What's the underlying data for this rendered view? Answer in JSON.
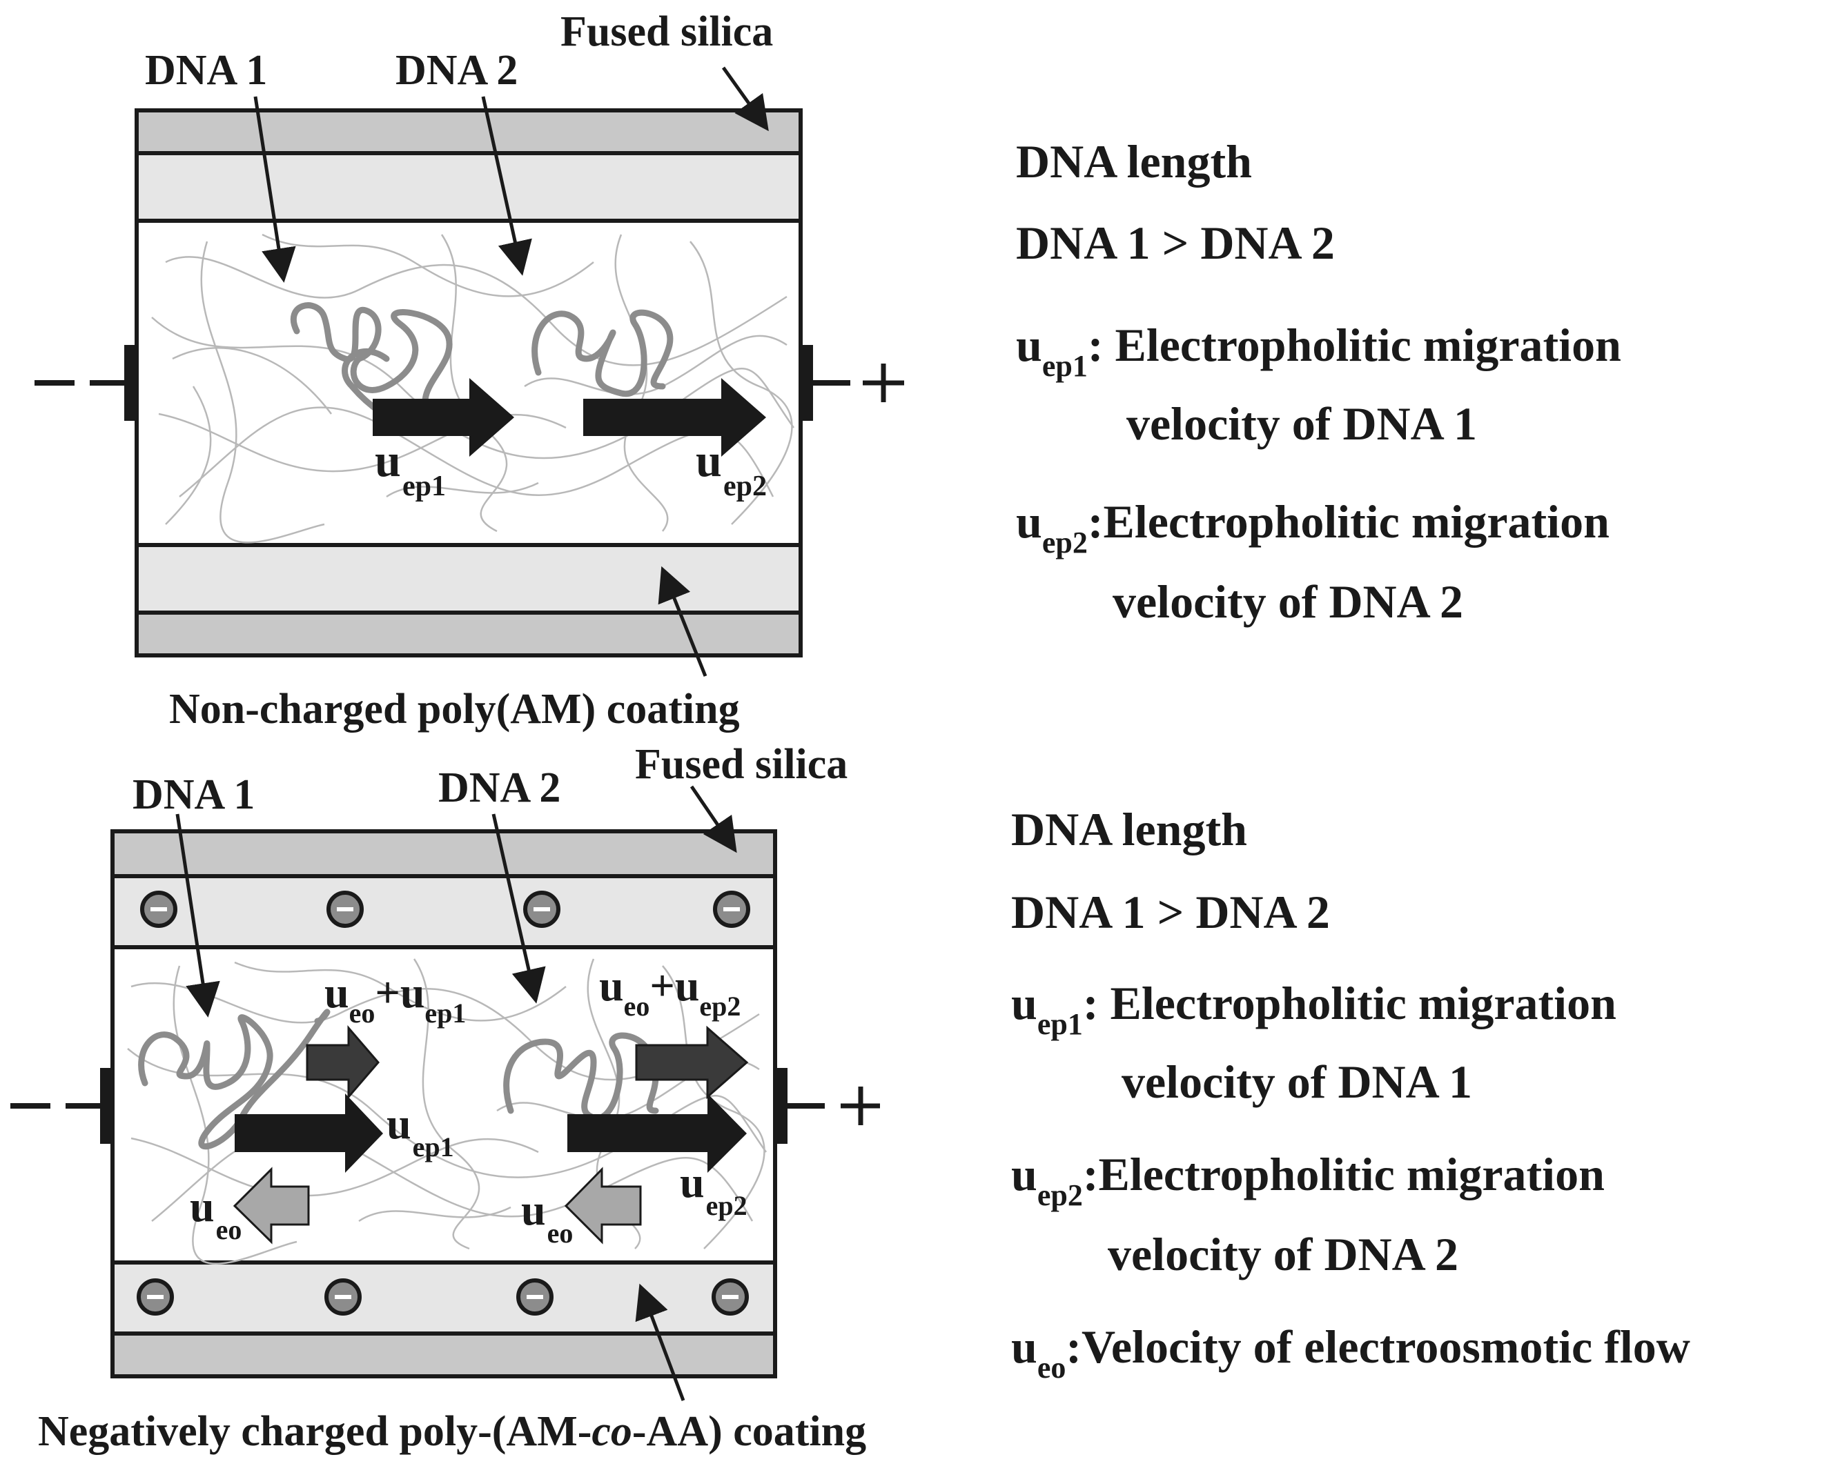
{
  "top_panel": {
    "fused_silica_label": "Fused silica",
    "dna1_label": "DNA 1",
    "dna2_label": "DNA 2",
    "coating_label": "Non-charged poly(AM) coating",
    "electrode_minus": "−",
    "electrode_plus": "+",
    "arrow_labels": [
      {
        "u": "u",
        "sub": "ep1"
      },
      {
        "u": "u",
        "sub": "ep2"
      }
    ],
    "legend": {
      "heading": "DNA length",
      "comparison": "DNA 1 > DNA 2",
      "items": [
        {
          "symbol": "u",
          "sub": "ep1",
          "line1": ": Electropholitic migration",
          "line2": "velocity of DNA 1"
        },
        {
          "symbol": "u",
          "sub": "ep2",
          "line1": ":Electropholitic migration",
          "line2": "velocity of DNA 2"
        }
      ]
    }
  },
  "bottom_panel": {
    "fused_silica_label": "Fused silica",
    "dna1_label": "DNA 1",
    "dna2_label": "DNA 2",
    "coating_prefix": "Negatively charged poly-(AM-",
    "coating_italic": "co",
    "coating_suffix": "-AA) coating",
    "electrode_minus": "−",
    "electrode_plus": "+",
    "charge_symbol": "−",
    "arrow_labels": {
      "sum1": {
        "u1": "u",
        "s1": "eo",
        "plus": "+u",
        "s2": "ep1"
      },
      "sum2": {
        "u1": "u",
        "s1": "eo",
        "plus": "+u",
        "s2": "ep2"
      },
      "ep1": {
        "u": "u",
        "sub": "ep1"
      },
      "ep2": {
        "u": "u",
        "sub": "ep2"
      },
      "eo_left": {
        "u": "u",
        "sub": "eo"
      },
      "eo_right": {
        "u": "u",
        "sub": "eo"
      }
    },
    "legend": {
      "heading": "DNA length",
      "comparison": "DNA 1 > DNA 2",
      "items": [
        {
          "symbol": "u",
          "sub": "ep1",
          "line1": ": Electropholitic migration",
          "line2": "velocity of DNA 1"
        },
        {
          "symbol": "u",
          "sub": "ep2",
          "line1": ":Electropholitic migration",
          "line2": "velocity of DNA 2"
        },
        {
          "symbol": "u",
          "sub": "eo",
          "line1": ":Velocity of electroosmotic flow",
          "line2": ""
        }
      ]
    }
  }
}
